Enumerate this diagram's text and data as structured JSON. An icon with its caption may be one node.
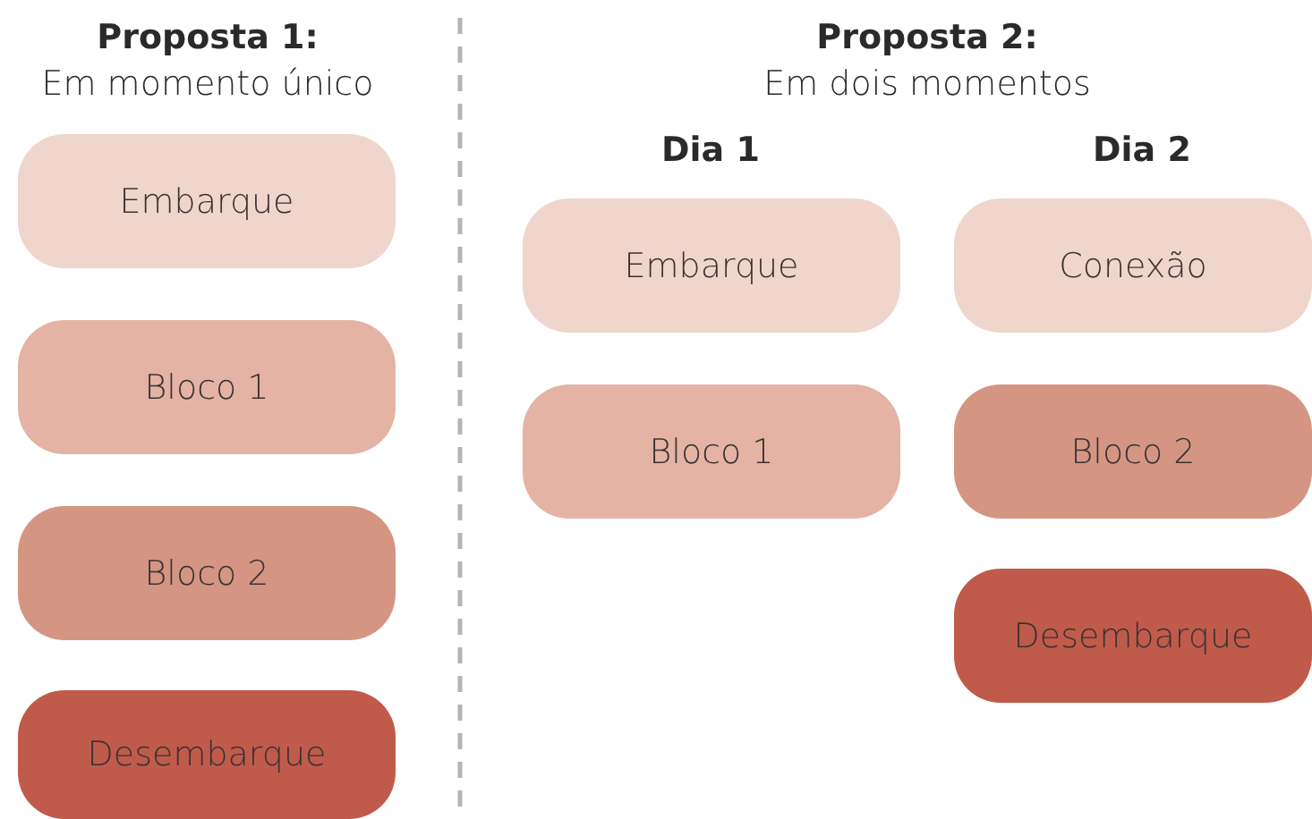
{
  "diagram": {
    "nodes": [
      {
        "text": [
          "Embarque"
        ]
      },
      {
        "text": [
          "Bloco 1"
        ]
      },
      {
        "text": [
          "Bloco 2"
        ]
      },
      {
        "text": [
          "Desembarque"
        ]
      },
      {
        "text": [
          "Embarque"
        ]
      },
      {
        "text": [
          "Bloco 1"
        ]
      },
      {
        "text": [
          "Conexão"
        ]
      },
      {
        "text": [
          "Bloco 2"
        ]
      },
      {
        "text": [
          "Desembarque"
        ]
      }
    ],
    "labels": [
      "Proposta 1:",
      "Em momento único",
      "Proposta 2:",
      "Em dois momentos",
      "Dia 1",
      "Dia 2"
    ]
  }
}
